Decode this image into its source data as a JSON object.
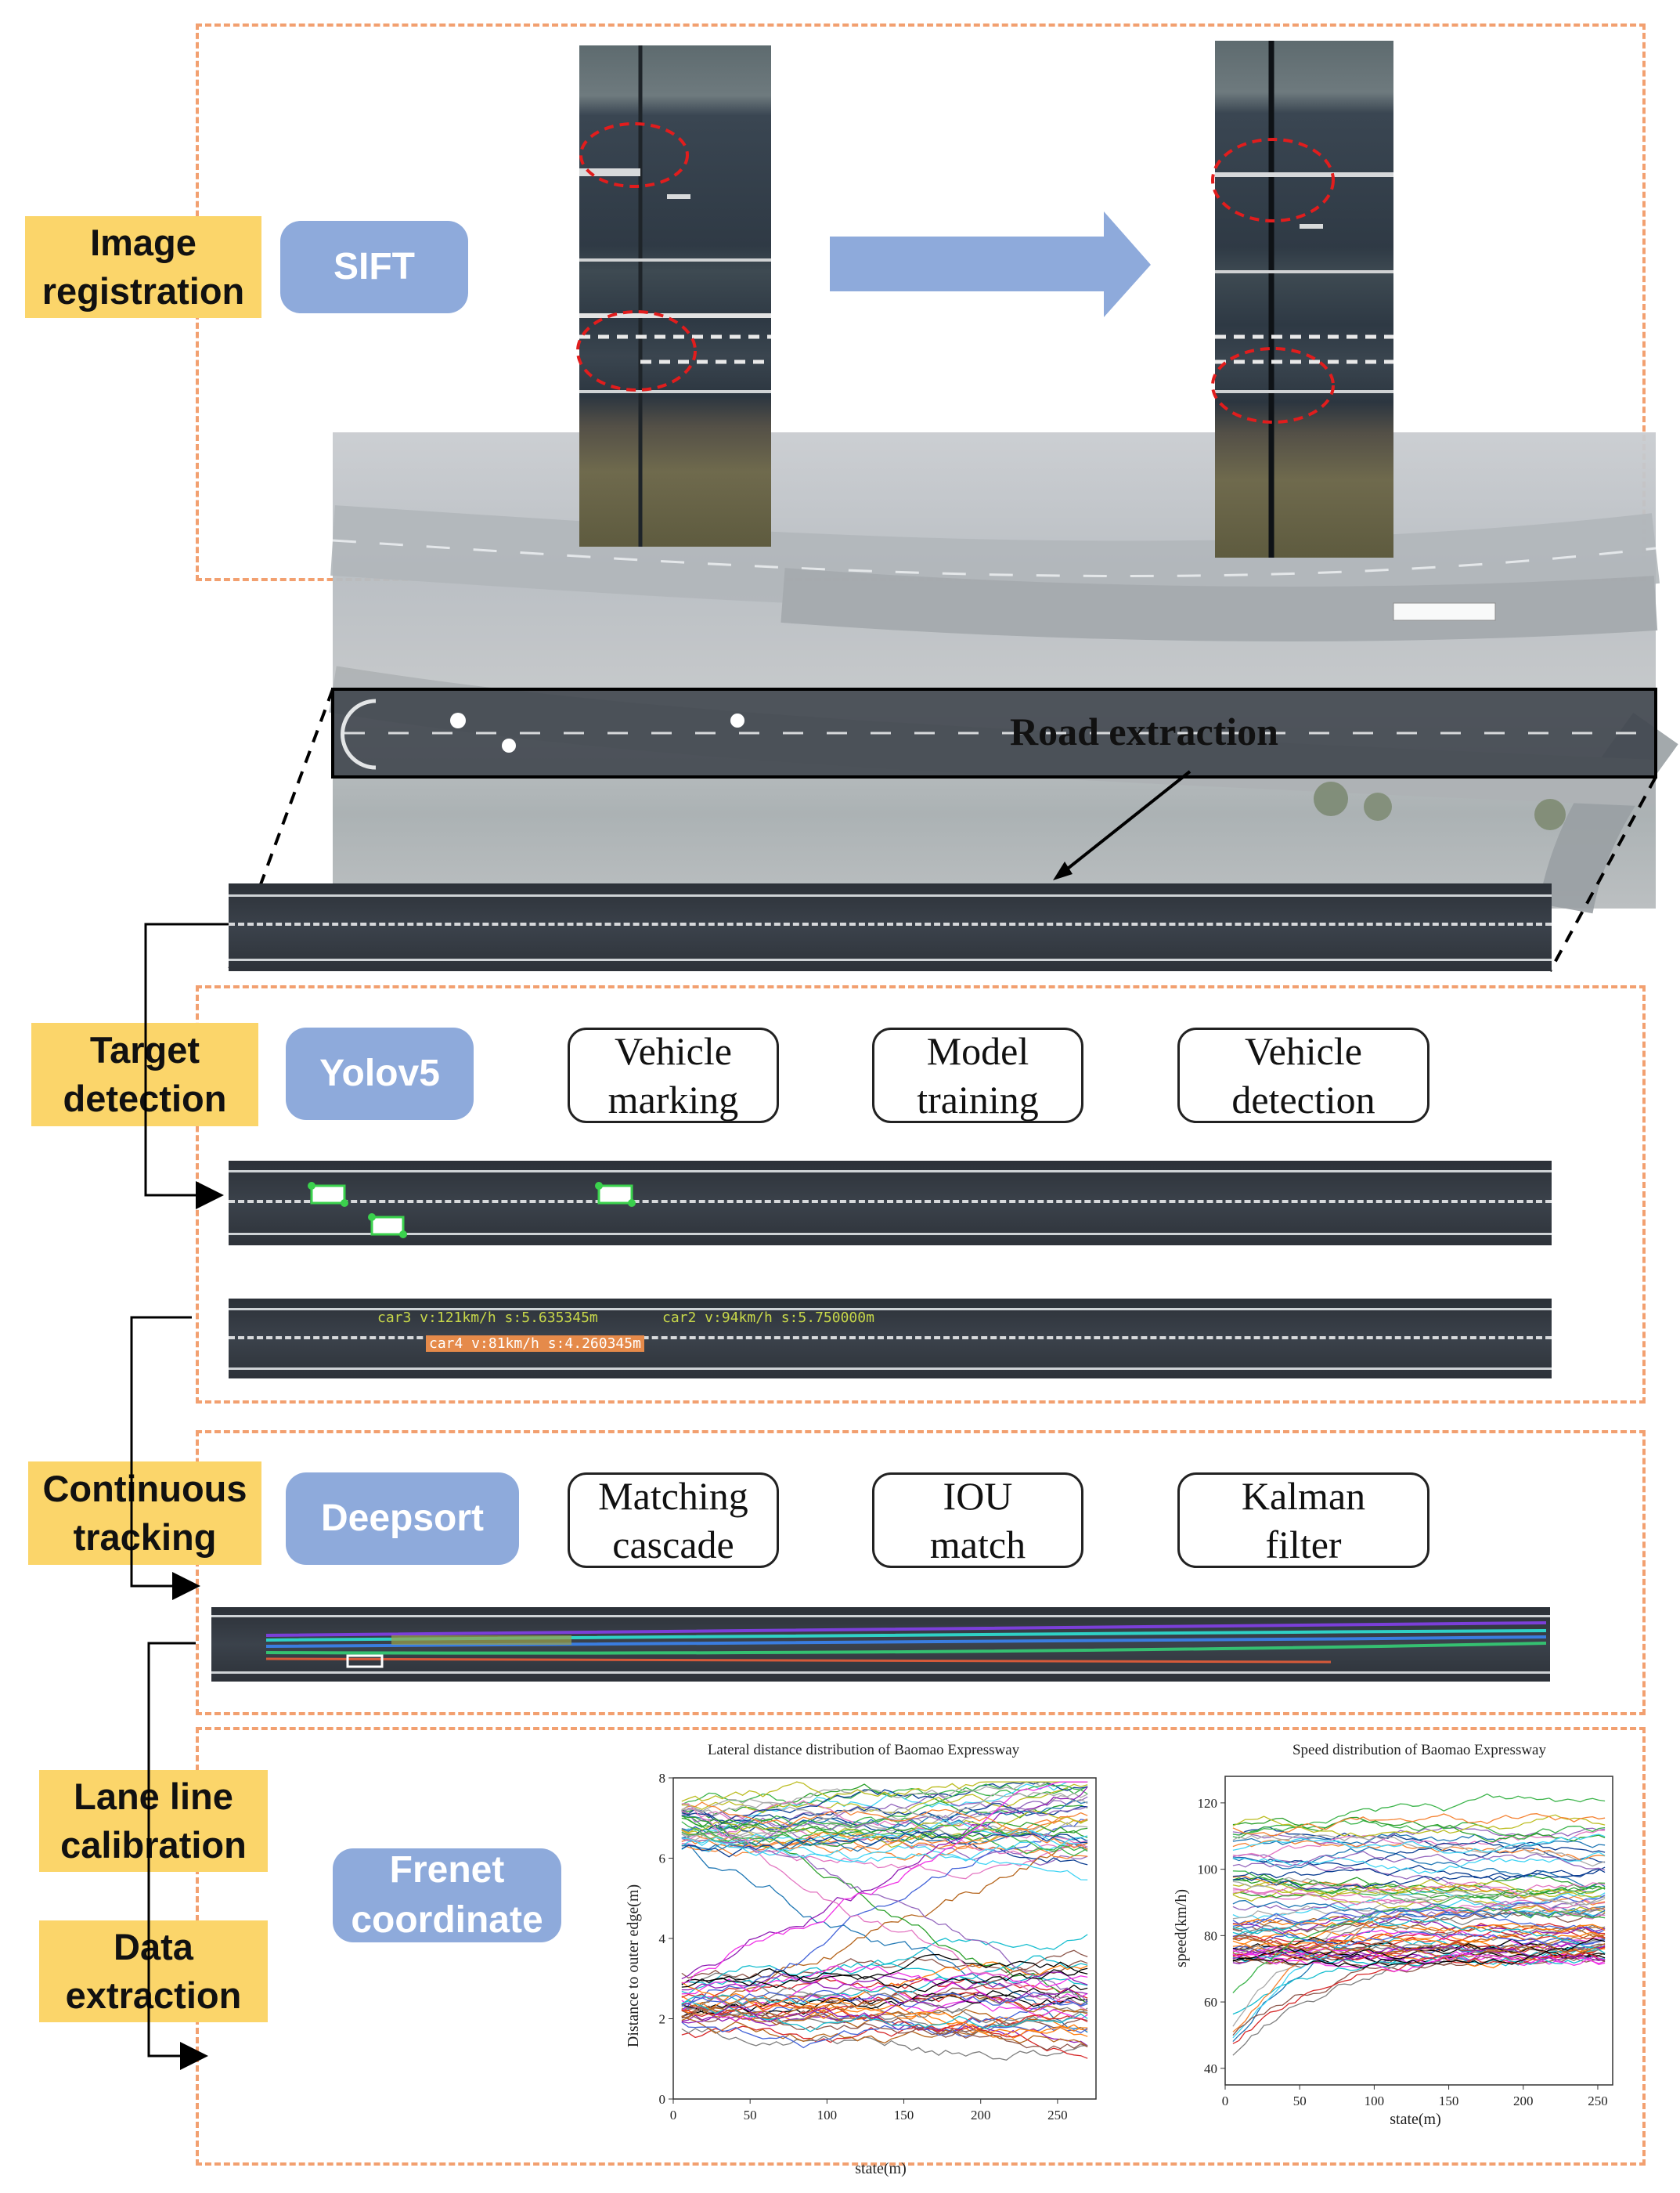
{
  "stages": {
    "image_registration": "Image\nregistration",
    "target_detection": "Target\ndetection",
    "continuous_tracking": "Continuous\ntracking",
    "lane_line_calibration": "Lane line\ncalibration",
    "data_extraction": "Data\nextraction"
  },
  "methods": {
    "sift": "SIFT",
    "yolov5": "Yolov5",
    "deepsort": "Deepsort",
    "frenet": "Frenet\ncoordinate"
  },
  "steps": {
    "detection": [
      "Vehicle\nmarking",
      "Model\ntraining",
      "Vehicle\ndetection"
    ],
    "tracking": [
      "Matching\ncascade",
      "IOU\nmatch",
      "Kalman\nfilter"
    ]
  },
  "road_extraction": "Road extraction",
  "vehicle_labels": [
    {
      "text": "car3 v:121km/h s:5.635345m",
      "color": "#c8d84a"
    },
    {
      "text": "car2 v:94km/h s:5.750000m",
      "color": "#c8d84a"
    },
    {
      "text": "car4 v:81km/h s:4.260345m",
      "color": "#e58a4a"
    }
  ],
  "colors": {
    "label_bg": "#fbd56a",
    "method_pill": "#8eaadb",
    "dashed_border": "#f2a070",
    "registration_circle": "#e11d1d"
  },
  "chart_data": [
    {
      "type": "line",
      "title": "Lateral distance distribution of Baomao Expressway",
      "xlabel": "state(m)",
      "ylabel": "Distance to outer edge(m)",
      "xlim": [
        0,
        275
      ],
      "ylim": [
        0,
        8
      ],
      "xticks": [
        0,
        50,
        100,
        150,
        200,
        250
      ],
      "yticks": [
        0,
        2,
        4,
        6,
        8
      ],
      "series_count": 80,
      "bands": [
        {
          "center": 6.8,
          "spread": 0.6
        },
        {
          "center": 2.4,
          "spread": 0.7
        }
      ]
    },
    {
      "type": "line",
      "title": "Speed distribution of Baomao Expressway",
      "xlabel": "state(m)",
      "ylabel": "speed(km/h)",
      "xlim": [
        0,
        260
      ],
      "ylim": [
        35,
        128
      ],
      "xticks": [
        0,
        50,
        100,
        150,
        200,
        250
      ],
      "yticks": [
        40,
        60,
        80,
        100,
        120
      ],
      "series_count": 80,
      "bands": [
        {
          "center": 100,
          "spread": 14
        },
        {
          "center": 78,
          "spread": 6
        }
      ]
    }
  ]
}
